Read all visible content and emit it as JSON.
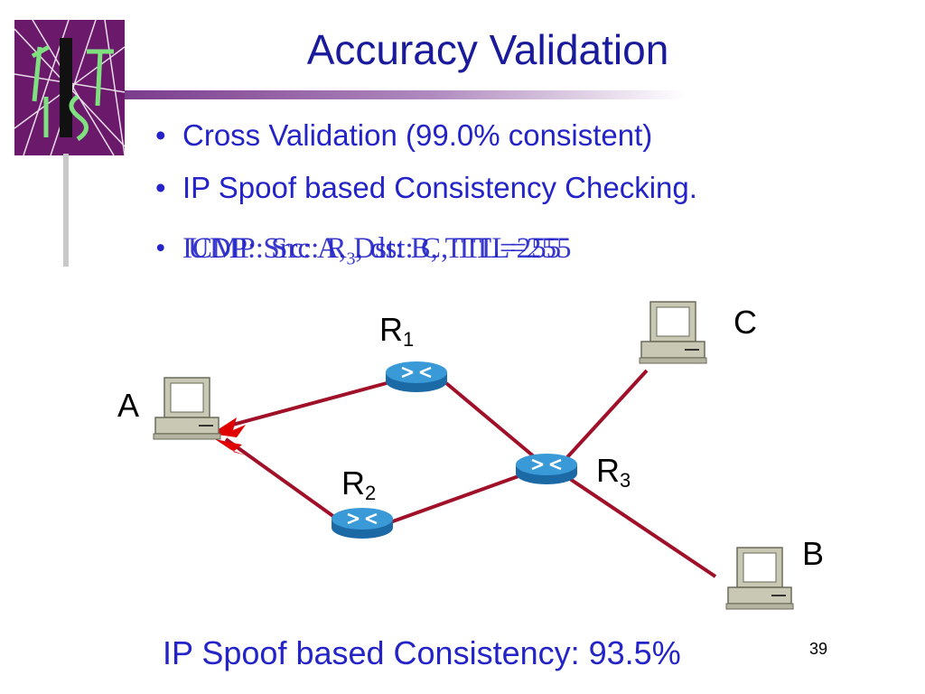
{
  "slide": {
    "title": "Accuracy Validation",
    "bullets": [
      "Cross Validation (99.0% consistent)",
      "IP Spoof based Consistency Checking."
    ],
    "bullet_marker": "•",
    "overlap_line_a": "ICMP: Src: R",
    "overlap_line_a_sub": "3",
    "overlap_line_a_rest": ", dst: C, TTL=255",
    "overlap_line_b": "UDP: Src: A, Dst: B, TTL=255",
    "footer": "IP Spoof based Consistency: 93.5%",
    "page_number": "39"
  },
  "diagram": {
    "nodes": {
      "A": "A",
      "B": "B",
      "C": "C",
      "R1": "R",
      "R1_sub": "1",
      "R2": "R",
      "R2_sub": "2",
      "R3": "R",
      "R3_sub": "3"
    },
    "colors": {
      "link": "#a01028",
      "router": "#2b86c4",
      "router_dark": "#1b6aa5",
      "computer": "#c8c8b4",
      "arrow": "#e00000",
      "title_text": "#1a1a9c",
      "bullet_text": "#2323c8",
      "logo_bg": "#6b1a6b"
    }
  }
}
